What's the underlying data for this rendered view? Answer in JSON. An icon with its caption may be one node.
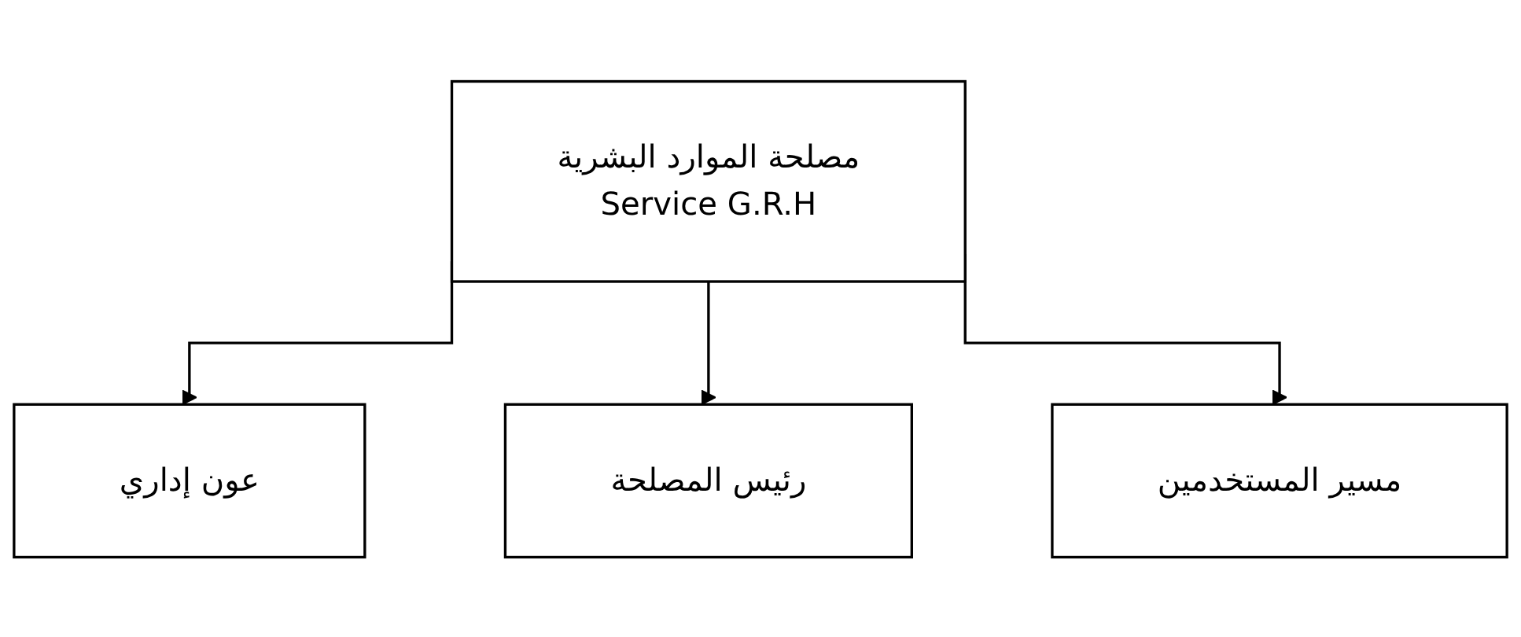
{
  "diagram": {
    "nodes": [
      {
        "text": [
          "مصلحة الموارد البشرية",
          "Service G.R.H"
        ]
      },
      {
        "text": [
          "عون إداري"
        ]
      },
      {
        "text": [
          "رئيس المصلحة"
        ]
      },
      {
        "text": [
          "مسير المستخدمين"
        ]
      }
    ],
    "edges": [
      {
        "from": 0,
        "to": 1,
        "arrow": "to"
      },
      {
        "from": 0,
        "to": 2,
        "arrow": "to"
      },
      {
        "from": 0,
        "to": 3,
        "arrow": "to"
      }
    ]
  }
}
